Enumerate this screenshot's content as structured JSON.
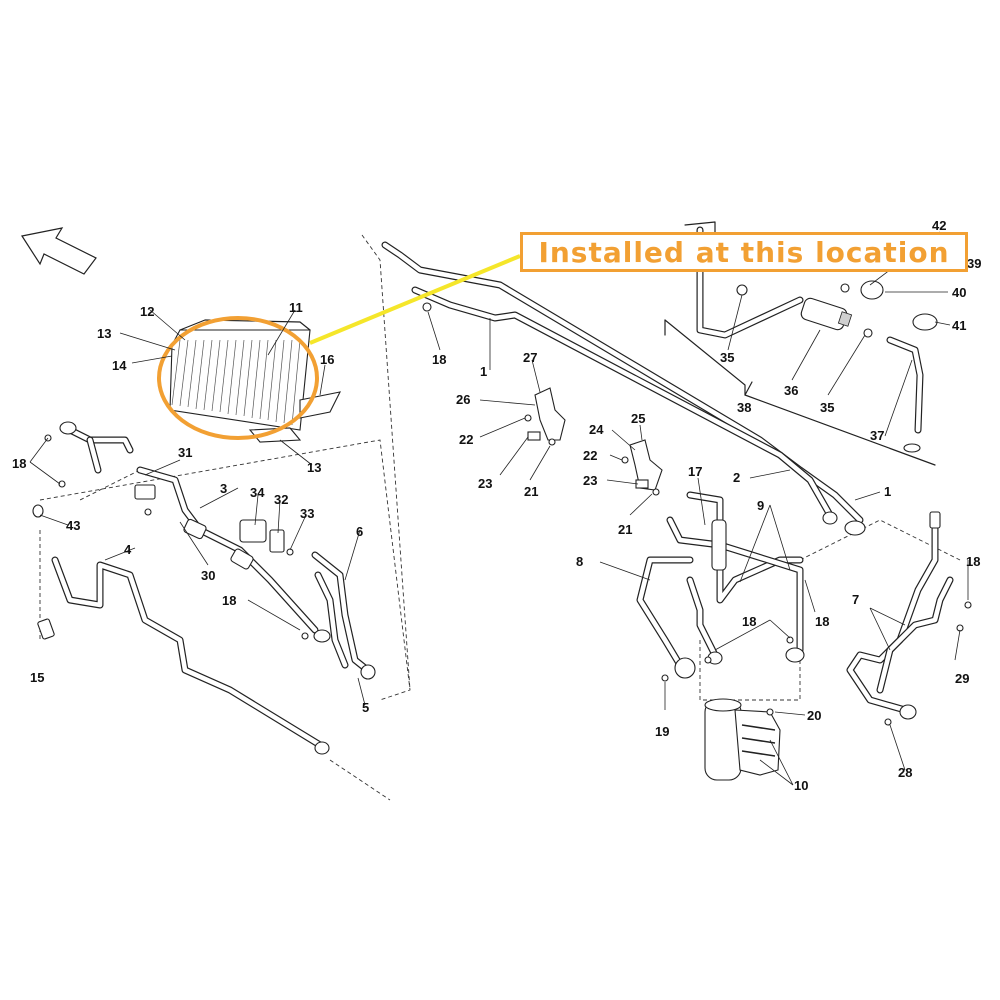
{
  "callout": {
    "text": "Installed at this location",
    "border_color": "#f2a033",
    "text_color": "#f2a033",
    "highlight_color": "#f2a033",
    "leader_color": "#f5e62a"
  },
  "icons": {
    "direction_arrow": "arrow-up-left-icon"
  },
  "labels": [
    {
      "id": "l-1a",
      "text": "1"
    },
    {
      "id": "l-1b",
      "text": "1"
    },
    {
      "id": "l-2",
      "text": "2"
    },
    {
      "id": "l-3",
      "text": "3"
    },
    {
      "id": "l-4",
      "text": "4"
    },
    {
      "id": "l-5",
      "text": "5"
    },
    {
      "id": "l-6",
      "text": "6"
    },
    {
      "id": "l-7",
      "text": "7"
    },
    {
      "id": "l-8",
      "text": "8"
    },
    {
      "id": "l-9",
      "text": "9"
    },
    {
      "id": "l-10",
      "text": "10"
    },
    {
      "id": "l-11",
      "text": "11"
    },
    {
      "id": "l-12",
      "text": "12"
    },
    {
      "id": "l-13a",
      "text": "13"
    },
    {
      "id": "l-13b",
      "text": "13"
    },
    {
      "id": "l-14",
      "text": "14"
    },
    {
      "id": "l-15",
      "text": "15"
    },
    {
      "id": "l-16",
      "text": "16"
    },
    {
      "id": "l-17",
      "text": "17"
    },
    {
      "id": "l-18a",
      "text": "18"
    },
    {
      "id": "l-18b",
      "text": "18"
    },
    {
      "id": "l-18c",
      "text": "18"
    },
    {
      "id": "l-18d",
      "text": "18"
    },
    {
      "id": "l-18e",
      "text": "18"
    },
    {
      "id": "l-18f",
      "text": "18"
    },
    {
      "id": "l-19",
      "text": "19"
    },
    {
      "id": "l-20",
      "text": "20"
    },
    {
      "id": "l-21a",
      "text": "21"
    },
    {
      "id": "l-21b",
      "text": "21"
    },
    {
      "id": "l-22a",
      "text": "22"
    },
    {
      "id": "l-22b",
      "text": "22"
    },
    {
      "id": "l-23a",
      "text": "23"
    },
    {
      "id": "l-23b",
      "text": "23"
    },
    {
      "id": "l-24",
      "text": "24"
    },
    {
      "id": "l-25",
      "text": "25"
    },
    {
      "id": "l-26",
      "text": "26"
    },
    {
      "id": "l-27",
      "text": "27"
    },
    {
      "id": "l-28",
      "text": "28"
    },
    {
      "id": "l-29",
      "text": "29"
    },
    {
      "id": "l-30",
      "text": "30"
    },
    {
      "id": "l-31",
      "text": "31"
    },
    {
      "id": "l-32",
      "text": "32"
    },
    {
      "id": "l-33",
      "text": "33"
    },
    {
      "id": "l-34",
      "text": "34"
    },
    {
      "id": "l-35a",
      "text": "35"
    },
    {
      "id": "l-35b",
      "text": "35"
    },
    {
      "id": "l-36",
      "text": "36"
    },
    {
      "id": "l-37",
      "text": "37"
    },
    {
      "id": "l-38",
      "text": "38"
    },
    {
      "id": "l-39",
      "text": "39"
    },
    {
      "id": "l-40",
      "text": "40"
    },
    {
      "id": "l-41",
      "text": "41"
    },
    {
      "id": "l-42",
      "text": "42"
    },
    {
      "id": "l-43",
      "text": "43"
    }
  ]
}
